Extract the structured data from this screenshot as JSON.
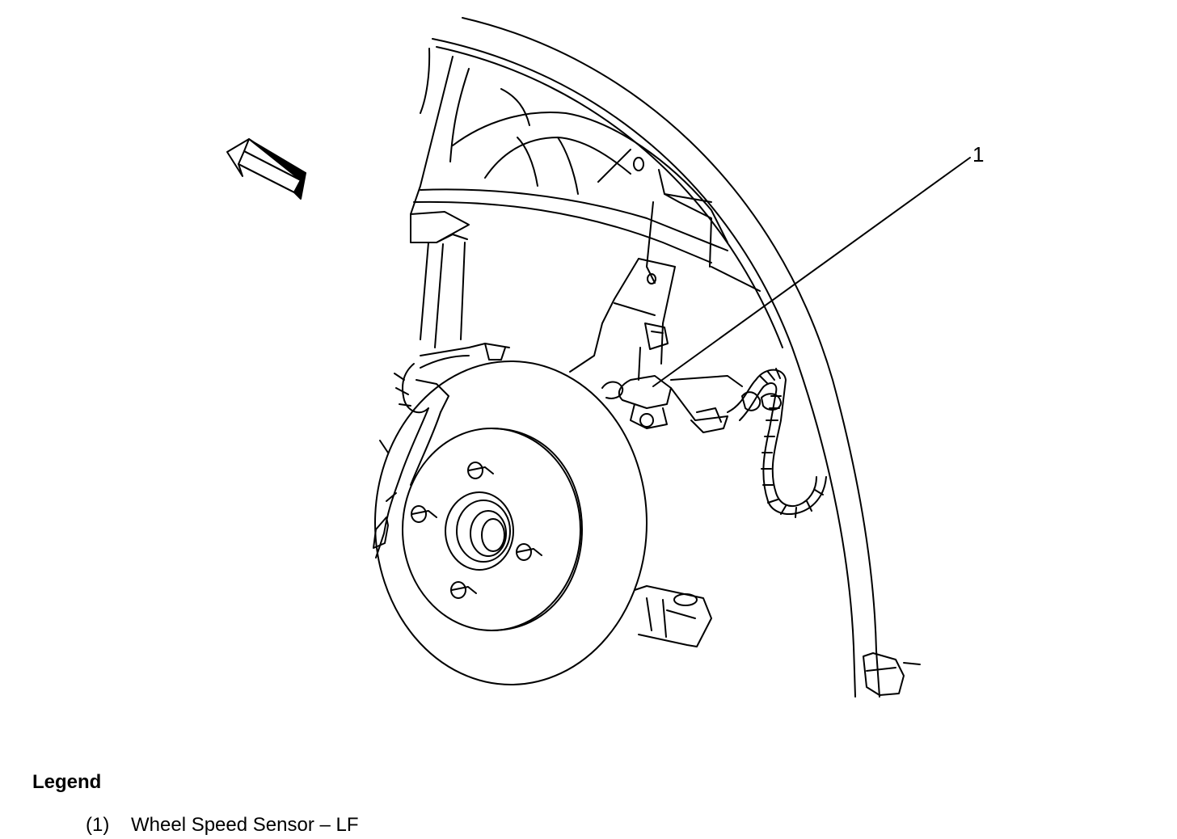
{
  "diagram": {
    "callouts": [
      {
        "number": "1"
      }
    ]
  },
  "legend": {
    "title": "Legend",
    "items": [
      {
        "number": "(1)",
        "label": "Wheel Speed Sensor – LF"
      }
    ]
  },
  "colors": {
    "line": "#000000",
    "background": "#ffffff",
    "arrow_shade": "#000000"
  },
  "icons": {
    "direction_arrow": "front-direction-arrow-icon"
  }
}
